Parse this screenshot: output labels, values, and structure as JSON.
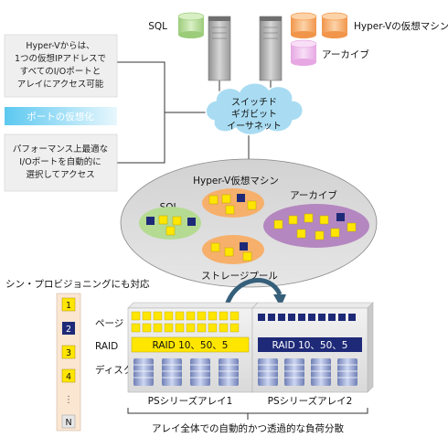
{
  "top": {
    "sql_label": "SQL",
    "hyperv_vm_label": "Hyper-Vの仮想マシン",
    "archive_label": "アーカイブ"
  },
  "info_boxes": [
    {
      "lines": [
        "Hyper-Vからは、",
        "1つの仮想IPアドレスで",
        "すべてのI/Oポートと",
        "アレイにアクセス可能"
      ]
    },
    {
      "lines": [
        "パフォーマンス上最適な",
        "I/Oポートを自動的に",
        "選択してアクセス"
      ]
    }
  ],
  "port_virtualization_label": "ポートの仮想化",
  "switch_cloud_lines": [
    "スイッチド",
    "ギガビット",
    "イーサネット"
  ],
  "pool": {
    "hyperv_vm_label": "Hyper-V仮想マシン",
    "sql_label": "SQL",
    "archive_label": "アーカイブ",
    "storage_pool_label": "ストレージプール"
  },
  "thin_provisioning_label": "シン・プロビジョニングにも対応",
  "thin_list": [
    "1",
    "2",
    "3",
    "4",
    "⋮",
    "N"
  ],
  "row_labels": {
    "page": "ページ",
    "raid": "RAID",
    "disk": "ディスク"
  },
  "arrays": [
    {
      "name": "PSシリーズアレイ1",
      "raid_text": "RAID 10、50、5"
    },
    {
      "name": "PSシリーズアレイ2",
      "raid_text": "RAID 10、50、5"
    }
  ],
  "footer_label": "アレイ全体での自動的かつ透過的な負荷分散",
  "colors": {
    "sql_green": "#b5db93",
    "hyperv_orange": "#f6b06b",
    "archive_purple": "#b487c0",
    "page_yellow": "#ffe600",
    "page_navy": "#1e2a78",
    "port_blue": "#5cc8f0",
    "cloud_blue": "#a9dcf2",
    "pool_gray": "#d8d8d8"
  }
}
